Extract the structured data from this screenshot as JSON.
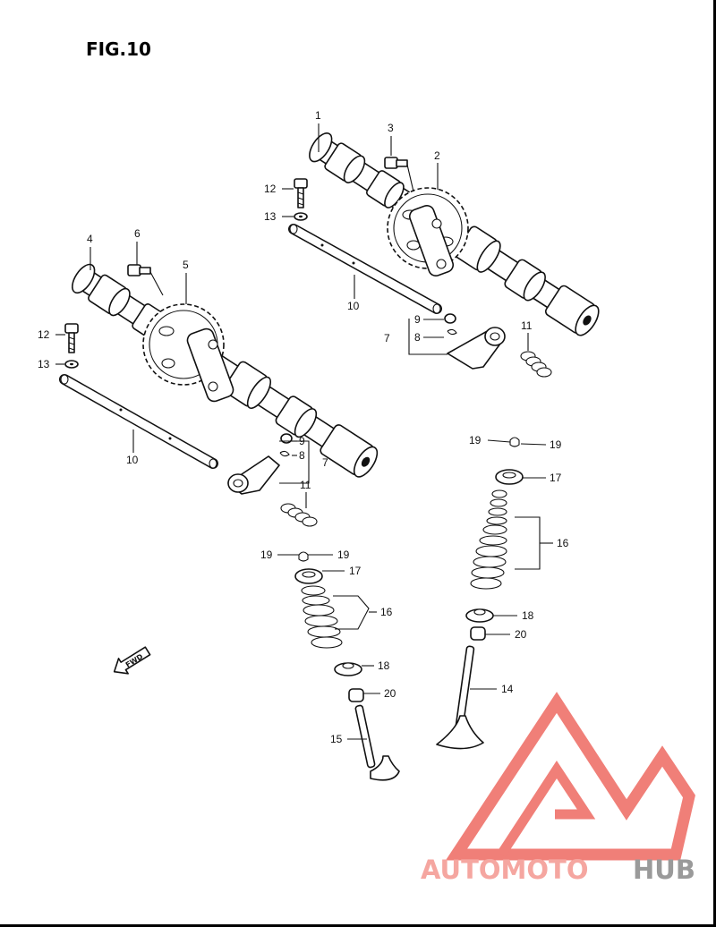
{
  "figure": {
    "title": "FIG.10"
  },
  "callouts": {
    "c1": "1",
    "c2": "2",
    "c3": "3",
    "c4": "4",
    "c5": "5",
    "c6": "6",
    "c7a": "7",
    "c7b": "7",
    "c8a": "8",
    "c8b": "8",
    "c9a": "9",
    "c9b": "9",
    "c10a": "10",
    "c10b": "10",
    "c11a": "11",
    "c11b": "11",
    "c12a": "12",
    "c12b": "12",
    "c13a": "13",
    "c13b": "13",
    "c14": "14",
    "c15": "15",
    "c16a": "16",
    "c16b": "16",
    "c17a": "17",
    "c17b": "17",
    "c18a": "18",
    "c18b": "18",
    "c19a": "19",
    "c19b": "19",
    "c19c": "19",
    "c19d": "19",
    "c20a": "20",
    "c20b": "20"
  },
  "fwd_mark": {
    "text": "FWD"
  },
  "watermark": {
    "part1": "AUTOMOTO",
    "part2": "HUB",
    "color_light": "#f5a6a0",
    "color_logo": "#f07f78",
    "color_dark": "#9a9a9a"
  },
  "icons": [
    "forward-arrow-icon",
    "watermark-logo-icon"
  ]
}
